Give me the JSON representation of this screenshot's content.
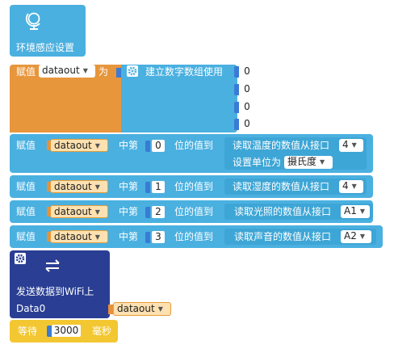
{
  "colors": {
    "wifi_block": "#4ab0e0",
    "assign_block": "#4ab0e0",
    "array_block": "#e7963c",
    "variable_field": "#fde1b0",
    "send_block": "#2a3f93",
    "wait_block": "#f3c731",
    "number_socket": "#3a7bd5"
  },
  "setup_block": {
    "icon": "globe-icon",
    "label": "环境感应设置"
  },
  "array_block": {
    "assign": "赋值",
    "variable": "dataout",
    "for_label": "为",
    "gear_icon": "gear-icon",
    "create_label": "建立数字数组使用",
    "values": [
      "0",
      "0",
      "0",
      "0"
    ]
  },
  "rows": [
    {
      "assign": "赋值",
      "variable": "dataout",
      "middle": "中第",
      "index": "0",
      "value_label": "位的值到",
      "sensor": "读取温度的数值从接口",
      "port": "4",
      "unit_label": "设置单位为",
      "unit": "摄氏度"
    },
    {
      "assign": "赋值",
      "variable": "dataout",
      "middle": "中第",
      "index": "1",
      "value_label": "位的值到",
      "sensor": "读取湿度的数值从接口",
      "port": "4"
    },
    {
      "assign": "赋值",
      "variable": "dataout",
      "middle": "中第",
      "index": "2",
      "value_label": "位的值到",
      "sensor": "读取光照的数值从接口",
      "port": "A1"
    },
    {
      "assign": "赋值",
      "variable": "dataout",
      "middle": "中第",
      "index": "3",
      "value_label": "位的值到",
      "sensor": "读取声音的数值从接口",
      "port": "A2"
    }
  ],
  "send_block": {
    "gear_icon": "gear-icon",
    "transfer_icon": "transfer-icon",
    "label": "发送数据到WiFi上",
    "param": "Data0",
    "variable": "dataout"
  },
  "wait_block": {
    "label": "等待",
    "value": "3000",
    "unit": "毫秒"
  }
}
